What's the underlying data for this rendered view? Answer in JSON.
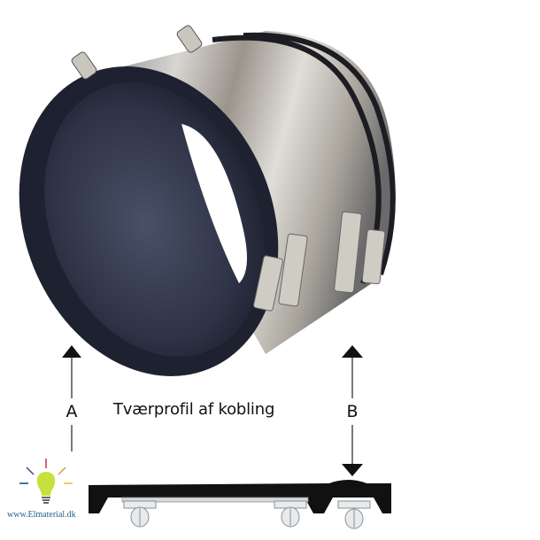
{
  "figure": {
    "title": "Tværprofil af kobling",
    "labels": {
      "a": "A",
      "b": "B"
    },
    "watermark_url": "www.Elmaterial.dk",
    "colors": {
      "rubber": "#1e2130",
      "steel": "#b8b6b0",
      "profile": "#111111",
      "bulb": "#c8e03c",
      "url_text": "#1f5f8a"
    }
  }
}
